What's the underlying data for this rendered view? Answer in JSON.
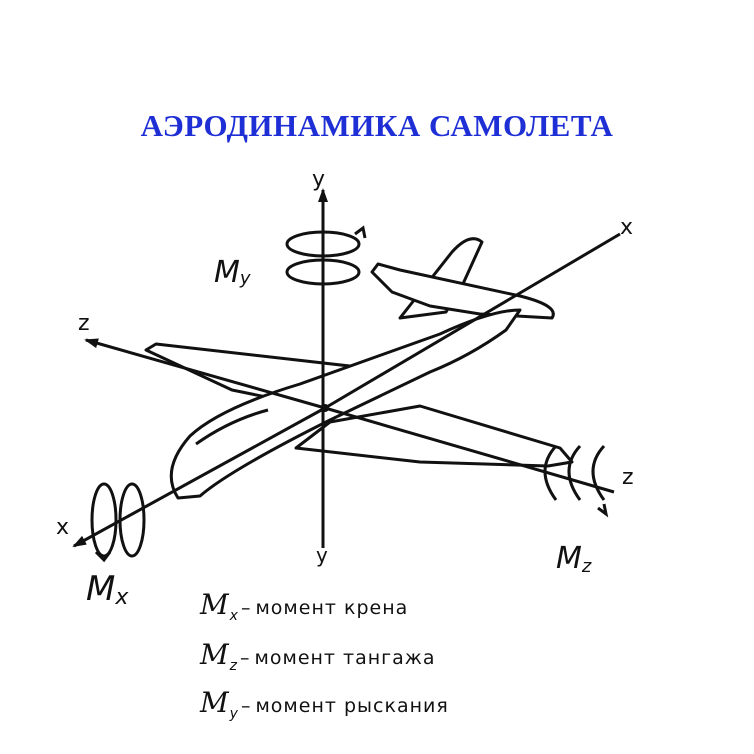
{
  "title": "АЭРОДИНАМИКА САМОЛЕТА",
  "axes": {
    "y_top": "y",
    "y_bottom": "y",
    "x_front": "x",
    "x_back": "x",
    "z_left": "z",
    "z_right": "z"
  },
  "moments": {
    "my": {
      "symbol": "M",
      "sub": "y"
    },
    "mx": {
      "symbol": "M",
      "sub": "x"
    },
    "mz": {
      "symbol": "M",
      "sub": "z"
    }
  },
  "legend": [
    {
      "symbol": "M",
      "sub": "x",
      "text": "момент крена"
    },
    {
      "symbol": "M",
      "sub": "z",
      "text": "момент тангажа"
    },
    {
      "symbol": "M",
      "sub": "y",
      "text": "момент рыскания"
    }
  ],
  "colors": {
    "title": "#1f2fd6",
    "ink": "#111111"
  }
}
